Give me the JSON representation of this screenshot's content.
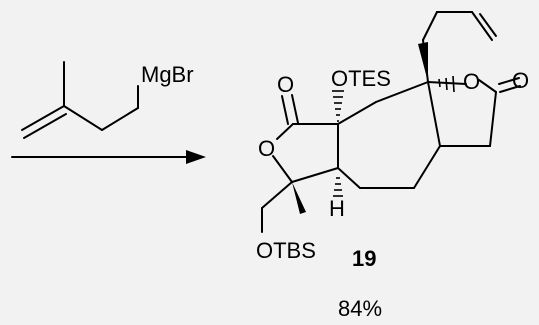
{
  "colors": {
    "background": "#f2f2f2",
    "ink": "#000000"
  },
  "reagent": {
    "label": "MgBr"
  },
  "product": {
    "compound_number": "19",
    "labels": {
      "carbonyl_o_left": "O",
      "ring_o_left": "O",
      "otes": "OTES",
      "ring_o_right": "O",
      "carbonyl_o_right": "O",
      "h": "H",
      "otbs": "OTBS"
    }
  },
  "yield": "84%"
}
